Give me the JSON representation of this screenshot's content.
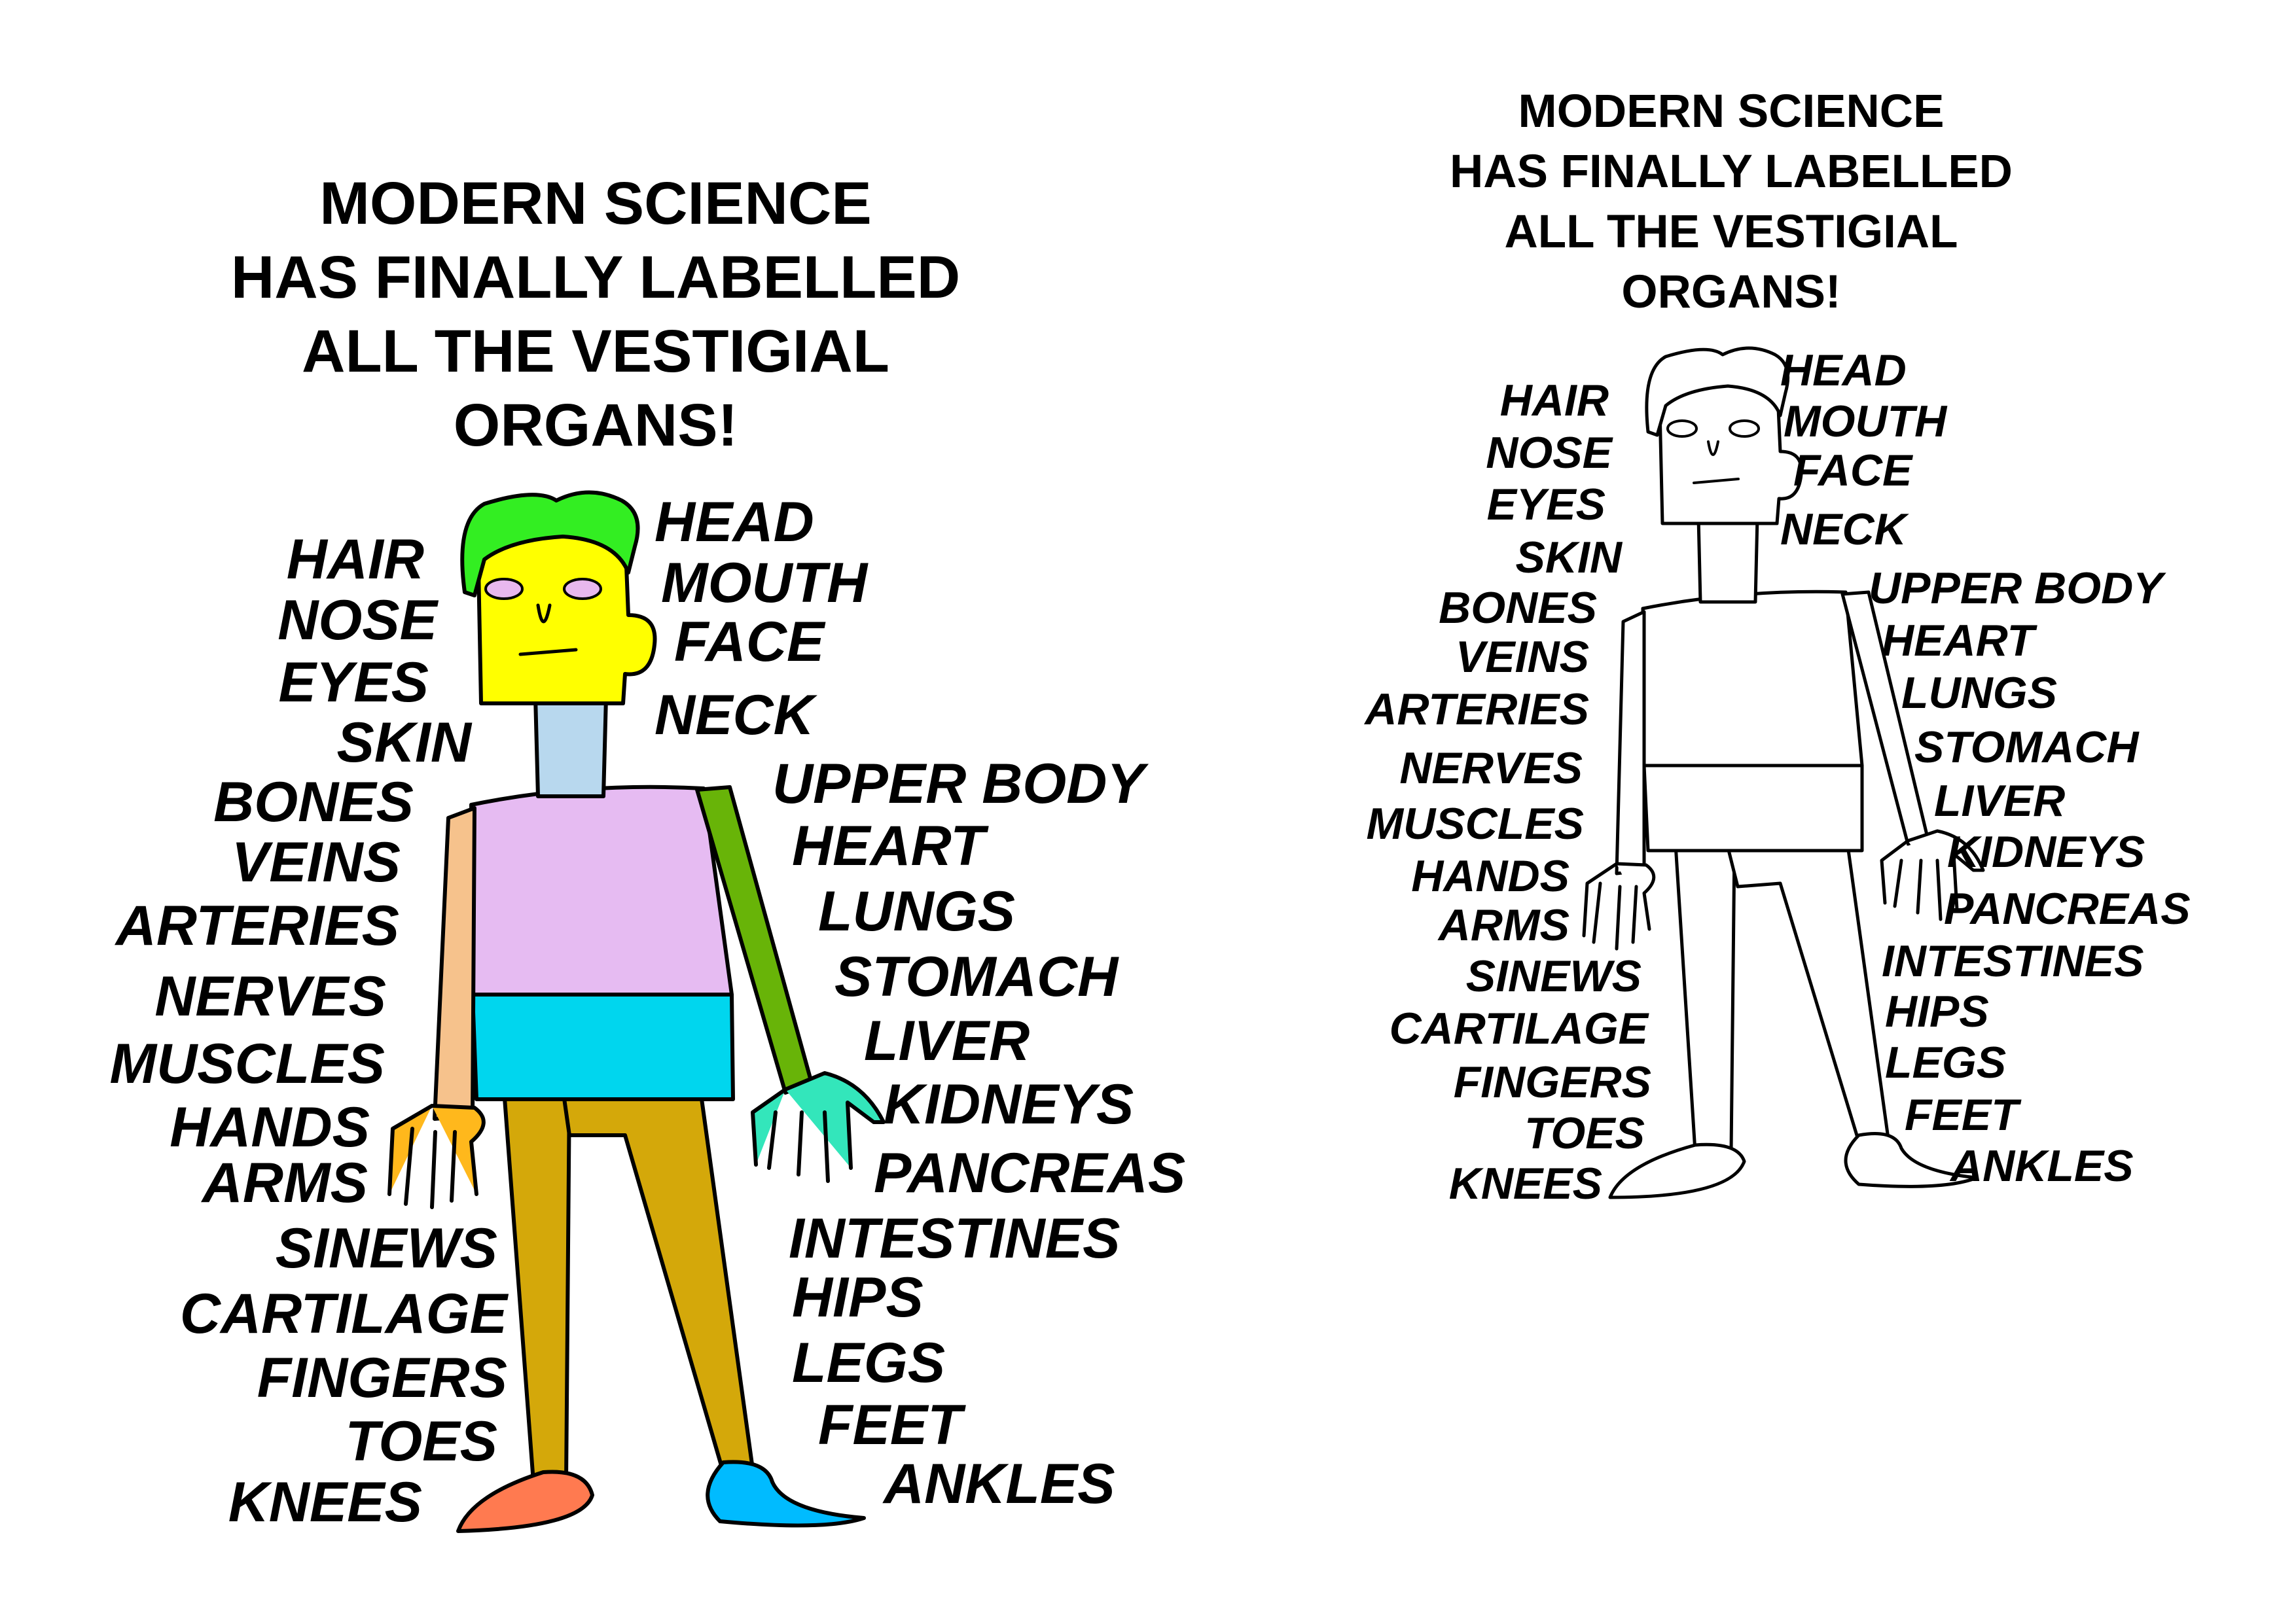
{
  "panels": [
    {
      "variant": "color",
      "title_lines": [
        "MODERN SCIENCE",
        "HAS FINALLY LABELLED",
        "ALL THE VESTIGIAL",
        "ORGANS!"
      ],
      "left_labels": [
        "HAIR",
        "NOSE",
        "EYES",
        "SKIN",
        "BONES",
        "VEINS",
        "ARTERIES",
        "NERVES",
        "MUSCLES",
        "HANDS",
        "ARMS",
        "SINEWS",
        "CARTILAGE",
        "FINGERS",
        "TOES",
        "KNEES"
      ],
      "right_labels": [
        "HEAD",
        "MOUTH",
        "FACE",
        "NECK",
        "UPPER BODY",
        "HEART",
        "LUNGS",
        "STOMACH",
        "LIVER",
        "KIDNEYS",
        "PANCREAS",
        "INTESTINES",
        "HIPS",
        "LEGS",
        "FEET",
        "ANKLES"
      ],
      "colors": {
        "hair": "#33ee22",
        "head": "#ffff00",
        "eyes": "#e8b8ee",
        "neck": "#b8d8ee",
        "torso": "#e6bbf2",
        "waist": "#00d6ee",
        "left_arm": "#f6c28c",
        "left_hand": "#ffb81c",
        "right_arm": "#68b408",
        "right_hand": "#33e6bb",
        "legs": "#d4a80a",
        "left_foot": "#ff7a50",
        "right_foot": "#00bbff",
        "outline": "#000000"
      }
    },
    {
      "variant": "outline",
      "title_lines": [
        "MODERN SCIENCE",
        "HAS FINALLY LABELLED",
        "ALL THE VESTIGIAL",
        "ORGANS!"
      ],
      "left_labels": [
        "HAIR",
        "NOSE",
        "EYES",
        "SKIN",
        "BONES",
        "VEINS",
        "ARTERIES",
        "NERVES",
        "MUSCLES",
        "HANDS",
        "ARMS",
        "SINEWS",
        "CARTILAGE",
        "FINGERS",
        "TOES",
        "KNEES"
      ],
      "right_labels": [
        "HEAD",
        "MOUTH",
        "FACE",
        "NECK",
        "UPPER BODY",
        "HEART",
        "LUNGS",
        "STOMACH",
        "LIVER",
        "KIDNEYS",
        "PANCREAS",
        "INTESTINES",
        "HIPS",
        "LEGS",
        "FEET",
        "ANKLES"
      ],
      "colors": {
        "fill": "#ffffff",
        "outline": "#000000"
      }
    }
  ]
}
